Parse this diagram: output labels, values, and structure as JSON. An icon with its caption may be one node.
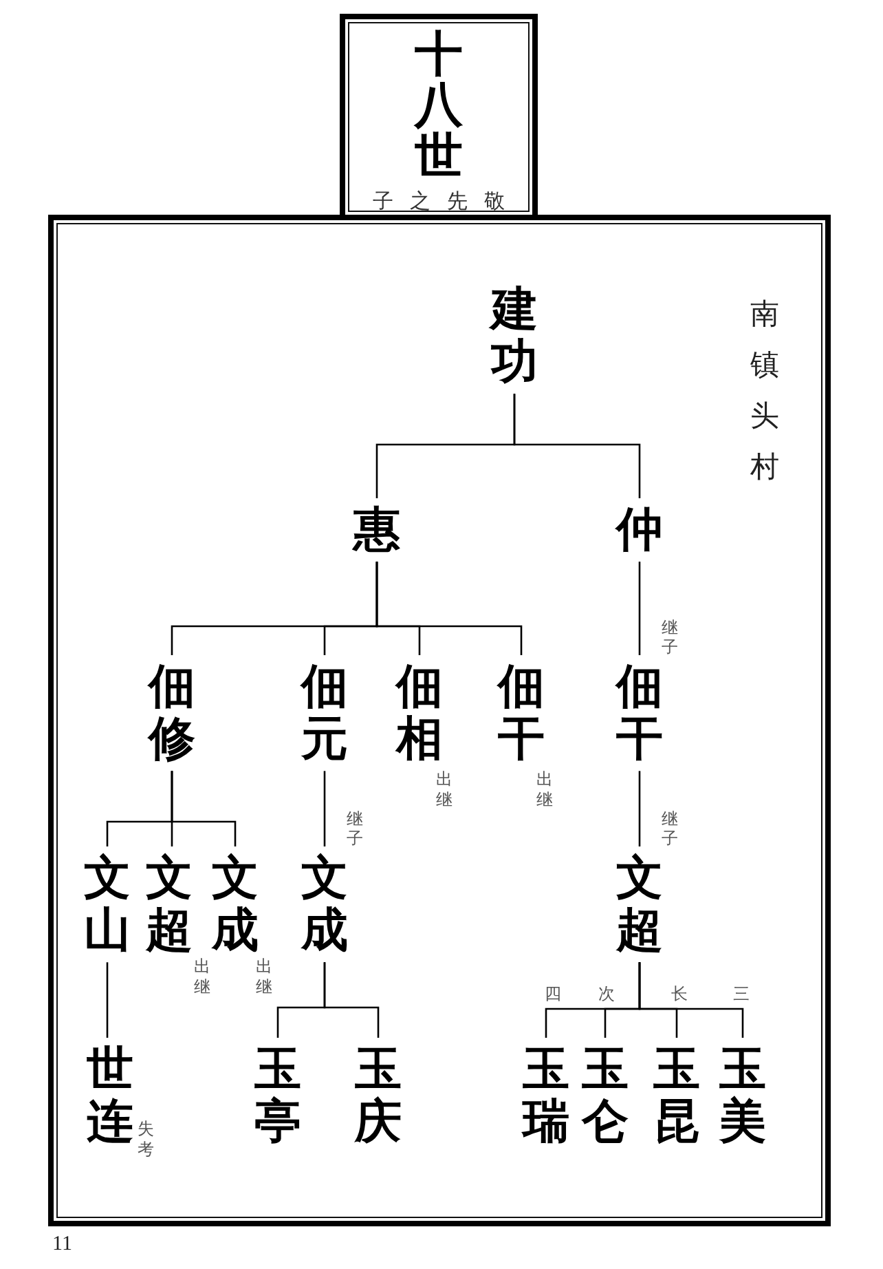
{
  "diagram": {
    "nodes": [
      {
        "text": [
          "十八世",
          "子之先敬"
        ]
      },
      {
        "text": [
          "南镇头村"
        ]
      },
      {
        "text": [
          "建功"
        ],
        "in": 1
      },
      {
        "text": [
          "惠"
        ],
        "in": 1
      },
      {
        "text": [
          "仲"
        ],
        "in": 1
      },
      {
        "text": [
          "佃修"
        ],
        "in": 1
      },
      {
        "text": [
          "佃元"
        ],
        "in": 1
      },
      {
        "text": [
          "佃相"
        ],
        "in": 1,
        "beside": [
          "出继"
        ]
      },
      {
        "text": [
          "佃干"
        ],
        "in": 1,
        "beside": [
          "出继"
        ]
      },
      {
        "text": [
          "佃干"
        ],
        "in": 1
      },
      {
        "text": [
          "文山"
        ],
        "in": 1
      },
      {
        "text": [
          "文超"
        ],
        "in": 1,
        "beside": [
          "出继"
        ]
      },
      {
        "text": [
          "文成"
        ],
        "in": 1,
        "beside": [
          "出继"
        ]
      },
      {
        "text": [
          "文成"
        ],
        "in": 1
      },
      {
        "text": [
          "文超"
        ],
        "in": 1
      },
      {
        "text": [
          "世连"
        ],
        "in": 1,
        "beside": [
          "失考"
        ]
      },
      {
        "text": [
          "玉亭"
        ],
        "in": 1
      },
      {
        "text": [
          "玉庆"
        ],
        "in": 1
      },
      {
        "text": [
          "玉瑞"
        ],
        "in": 1
      },
      {
        "text": [
          "玉仑"
        ],
        "in": 1
      },
      {
        "text": [
          "玉昆"
        ],
        "in": 1
      },
      {
        "text": [
          "玉美"
        ],
        "in": 1
      }
    ],
    "edges": [
      {
        "from": 2,
        "to": 3,
        "arrow": "none"
      },
      {
        "from": 2,
        "to": 4,
        "arrow": "none"
      },
      {
        "from": 3,
        "to": 5,
        "arrow": "none"
      },
      {
        "from": 3,
        "to": 6,
        "arrow": "none"
      },
      {
        "from": 3,
        "to": 7,
        "arrow": "none"
      },
      {
        "from": 3,
        "to": 8,
        "arrow": "none"
      },
      {
        "from": 4,
        "to": 9,
        "arrow": "none",
        "label": "继子"
      },
      {
        "from": 5,
        "to": 10,
        "arrow": "none"
      },
      {
        "from": 5,
        "to": 11,
        "arrow": "none"
      },
      {
        "from": 5,
        "to": 12,
        "arrow": "none"
      },
      {
        "from": 6,
        "to": 13,
        "arrow": "none",
        "label": "继子"
      },
      {
        "from": 9,
        "to": 14,
        "arrow": "none",
        "label": "继子"
      },
      {
        "from": 10,
        "to": 15,
        "arrow": "none"
      },
      {
        "from": 13,
        "to": 16,
        "arrow": "none"
      },
      {
        "from": 13,
        "to": 17,
        "arrow": "none"
      },
      {
        "from": 14,
        "to": 18,
        "arrow": "none",
        "label": "四"
      },
      {
        "from": 14,
        "to": 19,
        "arrow": "none",
        "label": "次"
      },
      {
        "from": 14,
        "to": 20,
        "arrow": "none",
        "label": "长"
      },
      {
        "from": 14,
        "to": 21,
        "arrow": "none",
        "label": "三"
      }
    ],
    "labels": [
      "11"
    ]
  }
}
